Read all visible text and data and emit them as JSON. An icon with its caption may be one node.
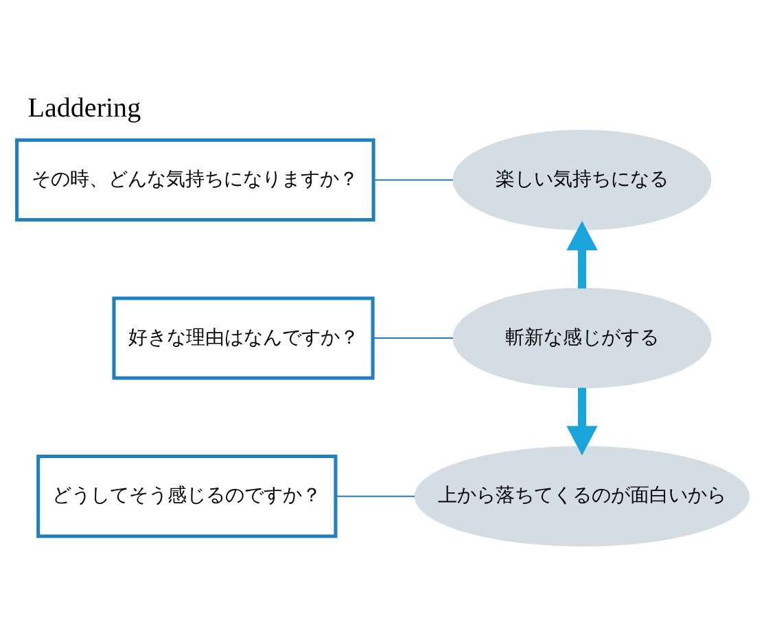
{
  "diagram": {
    "title": "Laddering",
    "nodes": [
      {
        "text": [
          "楽しい気持ちになる"
        ]
      },
      {
        "text": [
          "その時、どんな気持ちになりますか？"
        ]
      },
      {
        "text": [
          "斬新な感じがする"
        ]
      },
      {
        "text": [
          "好きな理由はなんですか？"
        ]
      },
      {
        "text": [
          "上から落ちてくるのが面白いから"
        ]
      },
      {
        "text": [
          "どうしてそう感じるのですか？"
        ]
      }
    ],
    "edges": [
      {
        "from": 2,
        "to": 0,
        "arrow": "to",
        "style": "thick",
        "color": "#19a5dc"
      },
      {
        "from": 2,
        "to": 4,
        "arrow": "to",
        "style": "thick",
        "color": "#19a5dc"
      },
      {
        "from": 1,
        "to": 0,
        "arrow": "none"
      },
      {
        "from": 3,
        "to": 2,
        "arrow": "none"
      },
      {
        "from": 5,
        "to": 4,
        "arrow": "none"
      }
    ]
  }
}
